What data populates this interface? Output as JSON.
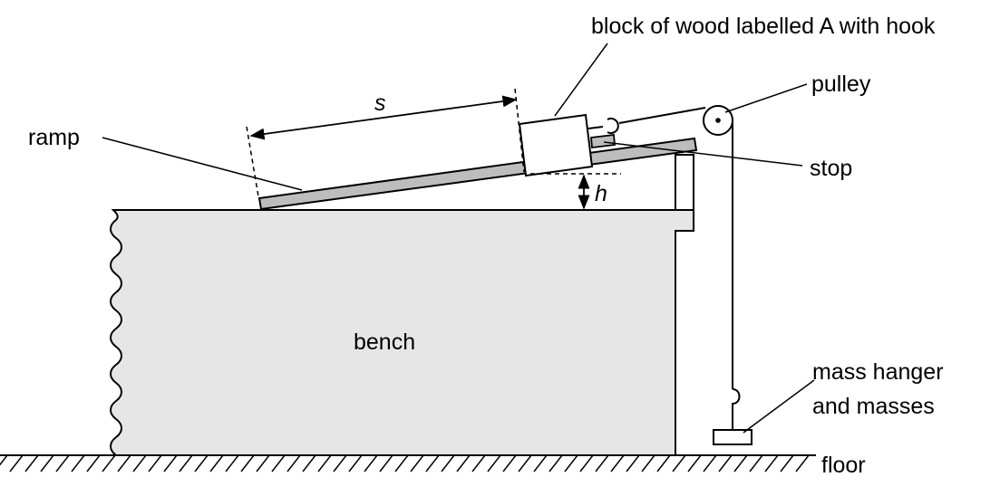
{
  "labels": {
    "block": "block of wood labelled A with hook",
    "pulley": "pulley",
    "ramp": "ramp",
    "s": "s",
    "stop": "stop",
    "h": "h",
    "bench": "bench",
    "mass_line1": "mass hanger",
    "mass_line2": "and masses",
    "floor": "floor"
  }
}
